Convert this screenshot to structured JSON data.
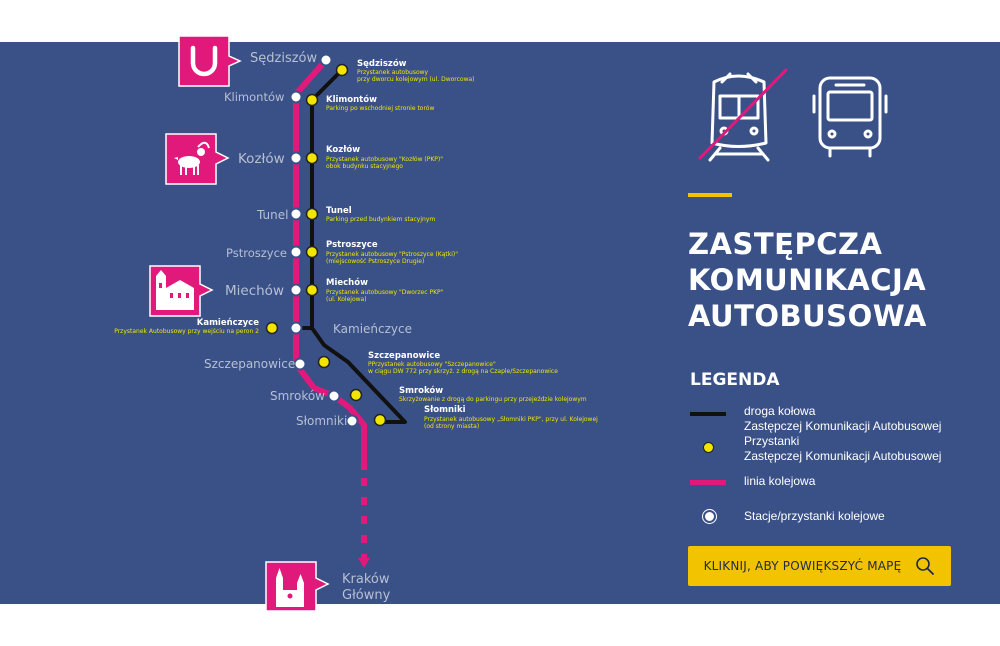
{
  "title": {
    "line1": "ZASTĘPCZA",
    "line2": "KOMUNIKACJA",
    "line3": "AUTOBUSOWA"
  },
  "legend": {
    "heading": "LEGENDA",
    "road_line1": "droga kołowa",
    "road_line2": "Zastępczej Komunikacji Autobusowej",
    "stop_line1": "Przystanki",
    "stop_line2": "Zastępczej Komunikacji Autobusowej",
    "rail": "linia kolejowa",
    "stations": "Stacje/przystanki kolejowe"
  },
  "zoom_button": {
    "label": "KLIKNIJ, ABY POWIĘKSZYĆ MAPĘ",
    "icon": "search-icon"
  },
  "icons": {
    "no_train": "crossed-out-train-icon",
    "bus": "bus-icon"
  },
  "colors": {
    "background": "#3a5188",
    "rail": "#e0197a",
    "road": "#111111",
    "stop": "#f2e600",
    "accent": "#f2c300"
  },
  "stations": {
    "sedziszow": "Sędziszów",
    "klimontow": "Klimontów",
    "kozlow": "Kozłów",
    "tunel": "Tunel",
    "pstroszyce": "Pstroszyce",
    "miechow": "Miechów",
    "kamienczyce": "Kamieńczyce",
    "szczepanowice": "Szczepanowice",
    "smrokow": "Smroków",
    "slomniki": "Słomniki",
    "krakow_line1": "Kraków",
    "krakow_line2": "Główny"
  },
  "stops": {
    "sedziszow": {
      "name": "Sędziszów",
      "desc1": "Przystanek autobusowy",
      "desc2": "przy dworcu kolejowym (ul. Dworcowa)"
    },
    "klimontow": {
      "name": "Klimontów",
      "desc1": "Parking po wschodniej stronie torów"
    },
    "kozlow": {
      "name": "Kozłów",
      "desc1": "Przystanek autobusowy \"Kozłów (PKP)\"",
      "desc2": "obok budynku stacyjnego"
    },
    "tunel": {
      "name": "Tunel",
      "desc1": "Parking przed budynkiem stacyjnym"
    },
    "pstroszyce": {
      "name": "Pstroszyce",
      "desc1": "Przystanek autobusowy \"Pstroszyce (Kątki)\"",
      "desc2": "(miejscowość Pstroszyce Drugie)"
    },
    "miechow": {
      "name": "Miechów",
      "desc1": "Przystanek autobusowy \"Dworzec PKP\"",
      "desc2": "(ul. Kolejowa)"
    },
    "kamienczyce": {
      "name": "Kamieńczyce",
      "desc1": "Przystanek Autobusowy przy wejściu na peron 2"
    },
    "szczepanowice": {
      "name": "Szczepanowice",
      "desc1": "PPrzystanek autobusowy \"Szczepanowice\"",
      "desc2": "w ciągu DW 772 przy skrzyż. z drogą na Czaple/Szczepanowice"
    },
    "smrokow": {
      "name": "Smroków",
      "desc1": "Skrzyżowanie z drogą do parkingu przy przejeździe kolejowym"
    },
    "slomniki": {
      "name": "Słomniki",
      "desc1": "Przystanek autobusowy „Słomniki PKP\", przy ul. Kolejowej",
      "desc2": "(od strony miasta)"
    }
  },
  "badges": {
    "sedziszow": "horseshoe-icon",
    "kozlow": "goat-icon",
    "miechow": "church-icon",
    "krakow": "basilica-icon"
  }
}
